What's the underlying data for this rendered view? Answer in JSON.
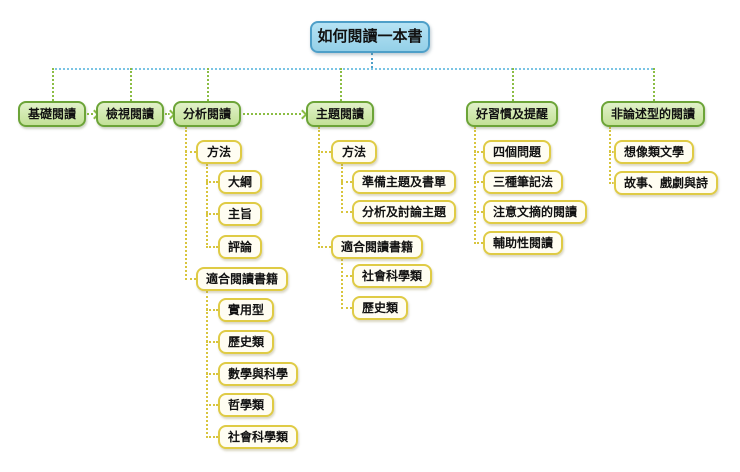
{
  "mindmap": {
    "root": "如何閱讀一本書",
    "branches": [
      {
        "label": "基礎閱讀"
      },
      {
        "label": "檢視閱讀"
      },
      {
        "label": "分析閱讀",
        "children": [
          {
            "label": "方法",
            "children": [
              {
                "label": "大綱"
              },
              {
                "label": "主旨"
              },
              {
                "label": "評論"
              }
            ]
          },
          {
            "label": "適合閱讀書籍",
            "children": [
              {
                "label": "實用型"
              },
              {
                "label": "歷史類"
              },
              {
                "label": "數學與科學"
              },
              {
                "label": "哲學類"
              },
              {
                "label": "社會科學類"
              }
            ]
          }
        ]
      },
      {
        "label": "主題閱讀",
        "children": [
          {
            "label": "方法",
            "children": [
              {
                "label": "準備主題及書單"
              },
              {
                "label": "分析及討論主題"
              }
            ]
          },
          {
            "label": "適合閱讀書籍",
            "children": [
              {
                "label": "社會科學類"
              },
              {
                "label": "歷史類"
              }
            ]
          }
        ]
      },
      {
        "label": "好習慣及提醒",
        "children": [
          {
            "label": "四個問題"
          },
          {
            "label": "三種筆記法"
          },
          {
            "label": "注意文摘的閱讀"
          },
          {
            "label": "輔助性閱讀"
          }
        ]
      },
      {
        "label": "非論述型的閱讀",
        "children": [
          {
            "label": "想像類文學"
          },
          {
            "label": "故事、戲劇與詩"
          }
        ]
      }
    ],
    "colors": {
      "root_fill": "#9fd6ec",
      "root_border": "#4e9fc8",
      "branch_fill": "#cfe8a6",
      "branch_border": "#6ca438",
      "leaf_fill": "#fffdf2",
      "leaf_border": "#dfcb45",
      "connector_blue": "#7ac4e4",
      "connector_green": "#8bbd44",
      "connector_yellow": "#d8c53e"
    }
  }
}
